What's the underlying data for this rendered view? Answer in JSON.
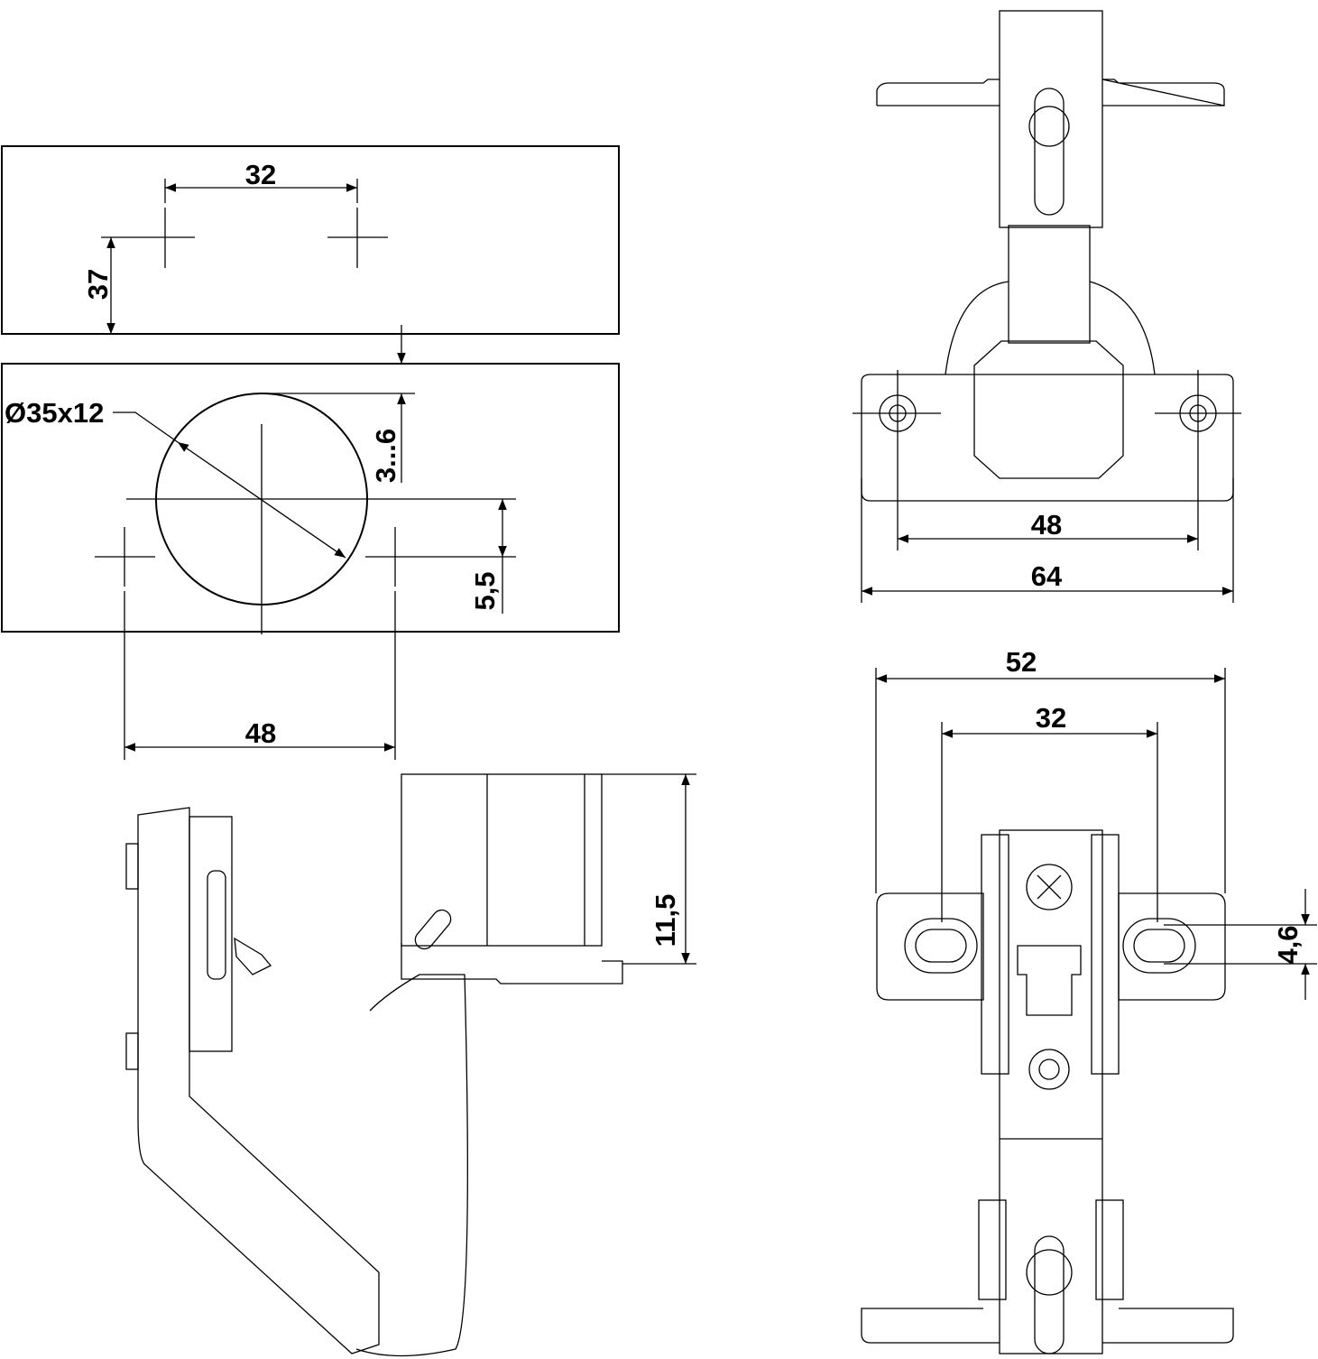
{
  "drawing": {
    "top_plate_hole_spacing": "32",
    "top_plate_hole_offset": "37",
    "cup_diameter": "Ø35x12",
    "cup_edge_distance": "3...6",
    "cup_to_screw_offset": "5,5",
    "cup_screw_spacing": "48",
    "hinge_top_hole_spacing": "48",
    "hinge_top_width": "64",
    "plate_width": "52",
    "plate_hole_spacing": "32",
    "plate_slot_height": "4,6",
    "side_height": "11,5"
  },
  "colors": {
    "line": "#000000",
    "background": "#ffffff"
  }
}
